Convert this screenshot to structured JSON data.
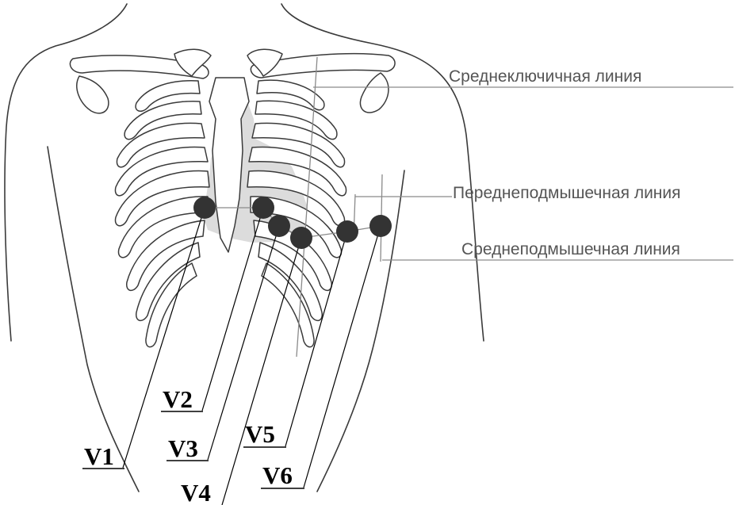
{
  "reference_lines": [
    {
      "id": "midclavicular",
      "label": "Среднеключичная линия"
    },
    {
      "id": "anterior-axillary",
      "label": "Переднеподмышечная линия"
    },
    {
      "id": "mid-axillary",
      "label": "Среднеподмышечная линия"
    }
  ],
  "leads": [
    {
      "id": "v1",
      "label": "V1"
    },
    {
      "id": "v2",
      "label": "V2"
    },
    {
      "id": "v3",
      "label": "V3"
    },
    {
      "id": "v4",
      "label": "V4"
    },
    {
      "id": "v5",
      "label": "V5"
    },
    {
      "id": "v6",
      "label": "V6"
    }
  ],
  "colors": {
    "electrode": "#333333",
    "heart": "#dcdcdc",
    "outline": "#3a3a3a",
    "reference_line": "#8a8a8a"
  }
}
